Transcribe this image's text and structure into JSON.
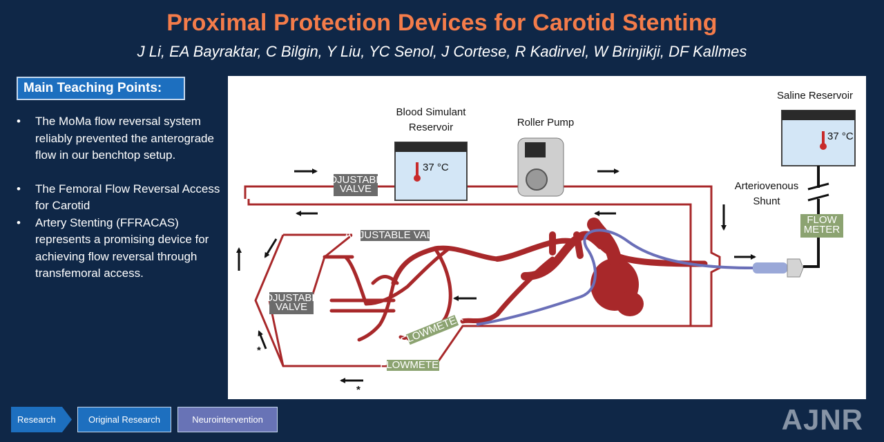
{
  "header": {
    "title": "Proximal Protection Devices for Carotid Stenting",
    "authors": "J Li, EA Bayraktar, C Bilgin, Y Liu, YC Senol, J Cortese, R Kadirvel, W Brinjikji, DF Kallmes"
  },
  "teaching": {
    "heading": "Main Teaching Points:",
    "bullet_symbol": "•",
    "points": [
      "The MoMa flow reversal system reliably prevented the anterograde flow in our benchtop setup.",
      "The Femoral Flow Reversal Access for Carotid",
      "Artery Stenting (FFRACAS) represents a promising device for achieving flow reversal through transfemoral access."
    ]
  },
  "diagram": {
    "blood_reservoir_label": [
      "Blood Simulant",
      "Reservoir"
    ],
    "roller_pump_label": "Roller Pump",
    "saline_reservoir_label": "Saline Reservoir",
    "temperature": "37 °C",
    "av_shunt_label": [
      "Arteriovenous",
      "Shunt"
    ],
    "flow_meter_label": [
      "FLOW",
      "METER"
    ],
    "adjustable_valve_top": [
      "ADJUSTABLE",
      "VALVE"
    ],
    "adjustable_valve_mid": "ADJUSTABLE VALVE",
    "adjustable_valve_left": [
      "ADJUSTABLE",
      "VALVE"
    ],
    "flowmeter_angled": "FLOWMETER",
    "flowmeter_bottom": "FLOWMETER",
    "asterisk": "*",
    "colors": {
      "vessel": "#a8282a",
      "catheter": "#6a6fb8",
      "valve": "#6b6b6b",
      "meter": "#8ca371"
    }
  },
  "tags": {
    "research": "Research",
    "original": "Original Research",
    "neuro": "Neurointervention"
  },
  "logo": "AJNR"
}
